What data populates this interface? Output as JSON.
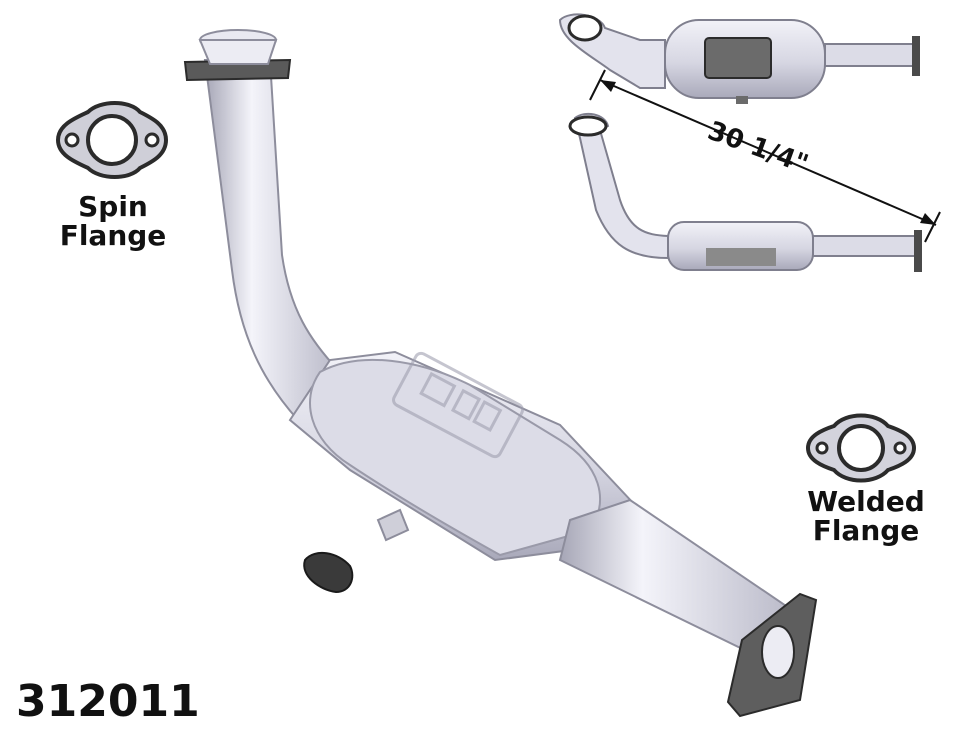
{
  "labels": {
    "spin_flange_line1": "Spin",
    "spin_flange_line2": "Flange",
    "welded_flange_line1": "Welded",
    "welded_flange_line2": "Flange",
    "dimension": "30 1/4\"",
    "part_number": "312011"
  },
  "colors": {
    "pipe": "#d9d9e3",
    "pipe_shadow": "#9f9faf",
    "flange": "#5a5a5a",
    "text": "#111111"
  }
}
